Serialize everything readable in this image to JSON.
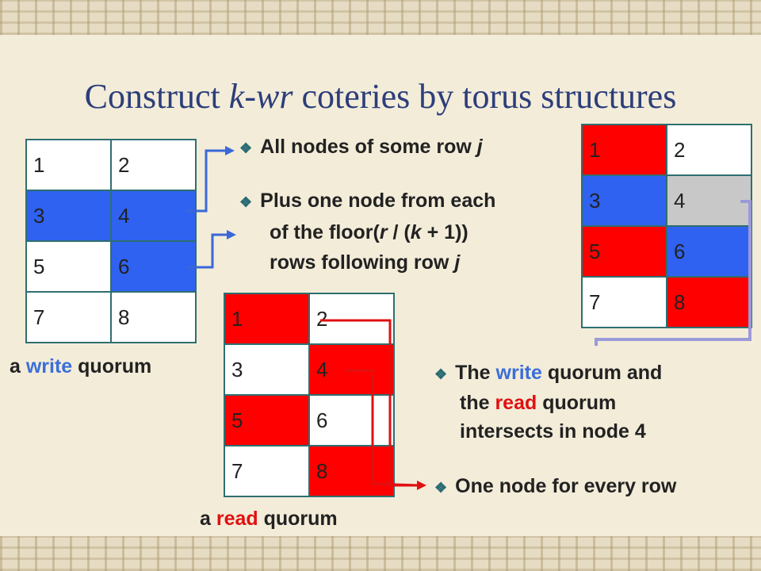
{
  "title": {
    "prefix": "Construct ",
    "k": "k",
    "dash": "-",
    "wr": "wr",
    "suffix": " coteries by torus structures"
  },
  "grid_write": {
    "rows": [
      [
        "1",
        "2"
      ],
      [
        "3",
        "4"
      ],
      [
        "5",
        "6"
      ],
      [
        "7",
        "8"
      ]
    ]
  },
  "grid_read": {
    "rows": [
      [
        "1",
        "2"
      ],
      [
        "3",
        "4"
      ],
      [
        "5",
        "6"
      ],
      [
        "7",
        "8"
      ]
    ]
  },
  "grid_right": {
    "rows": [
      [
        "1",
        "2"
      ],
      [
        "3",
        "4"
      ],
      [
        "5",
        "6"
      ],
      [
        "7",
        "8"
      ]
    ]
  },
  "bullets": {
    "b1": {
      "text": "All nodes of some row ",
      "j": "j"
    },
    "b2": {
      "line1": "Plus one node from each",
      "line2a": "of the floor(",
      "r": "r",
      "line2b": " / (",
      "k": "k",
      "line2c": " + 1))",
      "line3a": "rows following row ",
      "j": "j"
    },
    "b3": {
      "l1a": "The ",
      "l1w": "write",
      "l1b": " quorum and",
      "l2a": "the ",
      "l2r": "read",
      "l2b": " quorum",
      "l3": "intersects in node 4"
    },
    "b4": {
      "text": "One node for every row"
    }
  },
  "captions": {
    "write": {
      "a": "a ",
      "w": "write",
      "b": " quorum"
    },
    "read": {
      "a": "a ",
      "r": "read",
      "b": " quorum"
    }
  },
  "colors": {
    "blue": "#2f62f0",
    "red": "#ff0000",
    "gray": "#c8c8c8",
    "title": "#2c3e7a"
  }
}
